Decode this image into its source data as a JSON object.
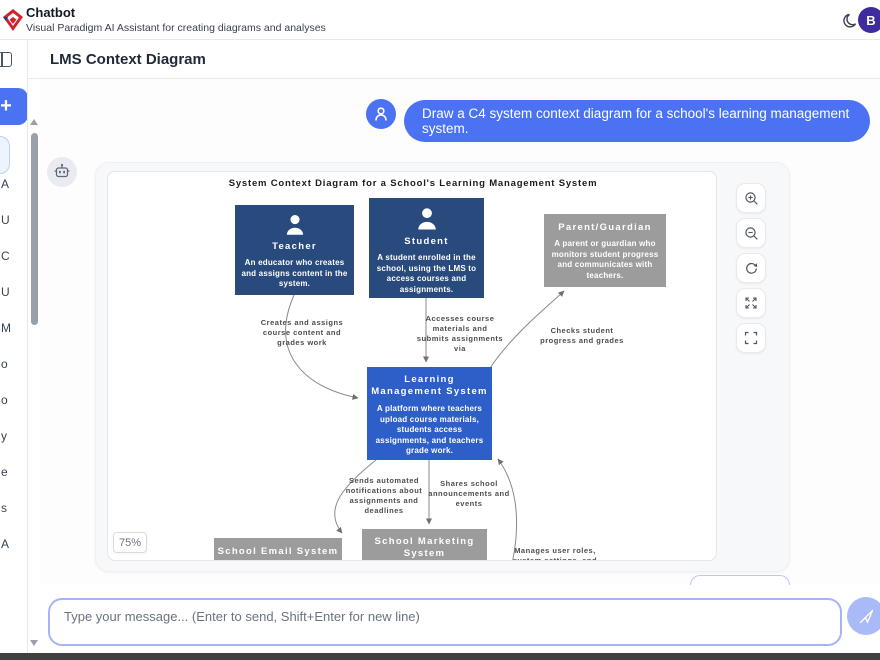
{
  "header": {
    "app_title": "Chatbot",
    "app_subtitle": "Visual Paradigm AI Assistant for creating diagrams and analyses",
    "avatar_initial": "B"
  },
  "titlebar": {
    "title": "LMS Context Diagram"
  },
  "sidebar": {
    "new_chat_label": "+",
    "items": [
      "A",
      "U",
      "C",
      "U",
      "M",
      "o",
      "o",
      "y",
      "e",
      "s",
      "A"
    ]
  },
  "chat": {
    "user_message": "Draw a C4 system context diagram for a school's learning management system.",
    "zoom_level": "75%"
  },
  "diagram": {
    "title": "System Context Diagram for a School's Learning Management System",
    "nodes": {
      "teacher": {
        "label": "Teacher",
        "desc": "An educator who creates and assigns content in the system."
      },
      "student": {
        "label": "Student",
        "desc": "A student enrolled in the school, using the LMS to access courses and assignments."
      },
      "parent": {
        "label": "Parent/Guardian",
        "desc": "A parent or guardian who monitors student progress and communicates with teachers."
      },
      "lms": {
        "label": "Learning Management System",
        "desc": "A platform where teachers upload course materials, students access assignments, and teachers grade work."
      },
      "email": {
        "label": "School Email System"
      },
      "marketing": {
        "label": "School Marketing System"
      }
    },
    "edges": {
      "teacher_lms": "Creates and assigns\ncourse content and\ngrades work",
      "student_lms": "Accesses course\nmaterials and\nsubmits assignments\nvia",
      "parent_lms": "Checks student\nprogress and grades",
      "lms_email": "Sends automated\nnotifications about\nassignments and\ndeadlines",
      "lms_marketing": "Shares school\nannouncements and\nevents",
      "admin_lms": "Manages user roles,\nsystem settings, and"
    },
    "colors": {
      "person_box": "#294a7c",
      "system_box": "#2e5ec8",
      "external_box": "#9c9c9c",
      "arrow": "#8a8a8a"
    }
  },
  "controls": {
    "zoom_in": "zoom-in",
    "zoom_out": "zoom-out",
    "reset": "reset-view",
    "fit": "fit-to-screen",
    "fullscreen": "fullscreen"
  },
  "composer": {
    "placeholder": "Type your message... (Enter to send, Shift+Enter for new line)"
  },
  "colors": {
    "accent_blue": "#4a72f3",
    "avatar_purple": "#3e2b9e",
    "composer_border": "#a5b4f8"
  }
}
